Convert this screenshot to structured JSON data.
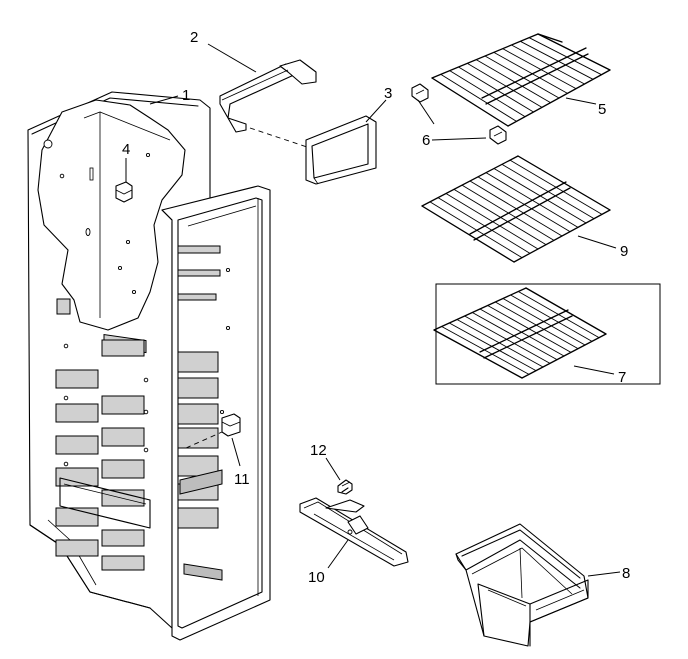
{
  "callouts": {
    "c1": "1",
    "c2": "2",
    "c3": "3",
    "c4": "4",
    "c5": "5",
    "c6": "6",
    "c7": "7",
    "c8": "8",
    "c9": "9",
    "c10": "10",
    "c11": "11",
    "c12": "12"
  },
  "colors": {
    "line": "#000000",
    "background": "#ffffff",
    "shade": "#d0d0d0"
  }
}
